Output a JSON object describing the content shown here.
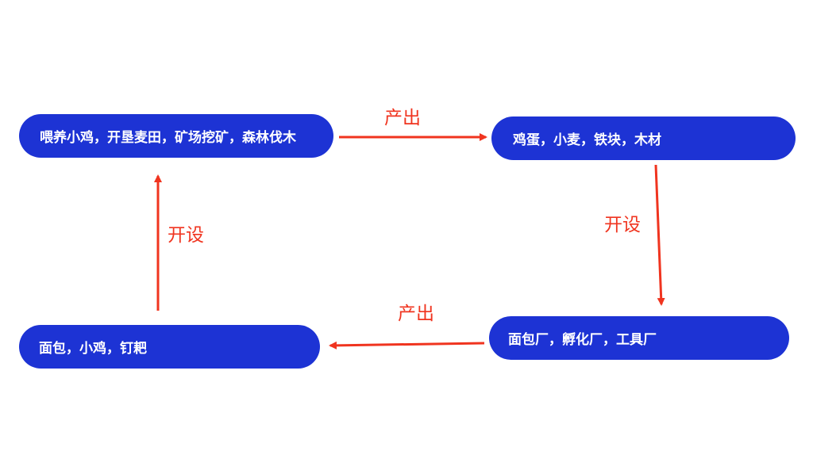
{
  "colors": {
    "node_fill": "#1d33d4",
    "node_text": "#ffffff",
    "arrow": "#f0341f",
    "edge_label": "#f0341f",
    "background": "#ffffff"
  },
  "nodes": {
    "activities": "喂养小鸡，开垦麦田，矿场挖矿，森林伐木",
    "raw_materials": "鸡蛋，小麦，铁块，木材",
    "factories": "面包厂，孵化厂，工具厂",
    "products": "面包，小鸡，钉耙"
  },
  "edges": {
    "activities_to_raw_materials": "产出",
    "raw_materials_to_factories": "开设",
    "factories_to_products": "产出",
    "products_to_activities": "开设"
  }
}
